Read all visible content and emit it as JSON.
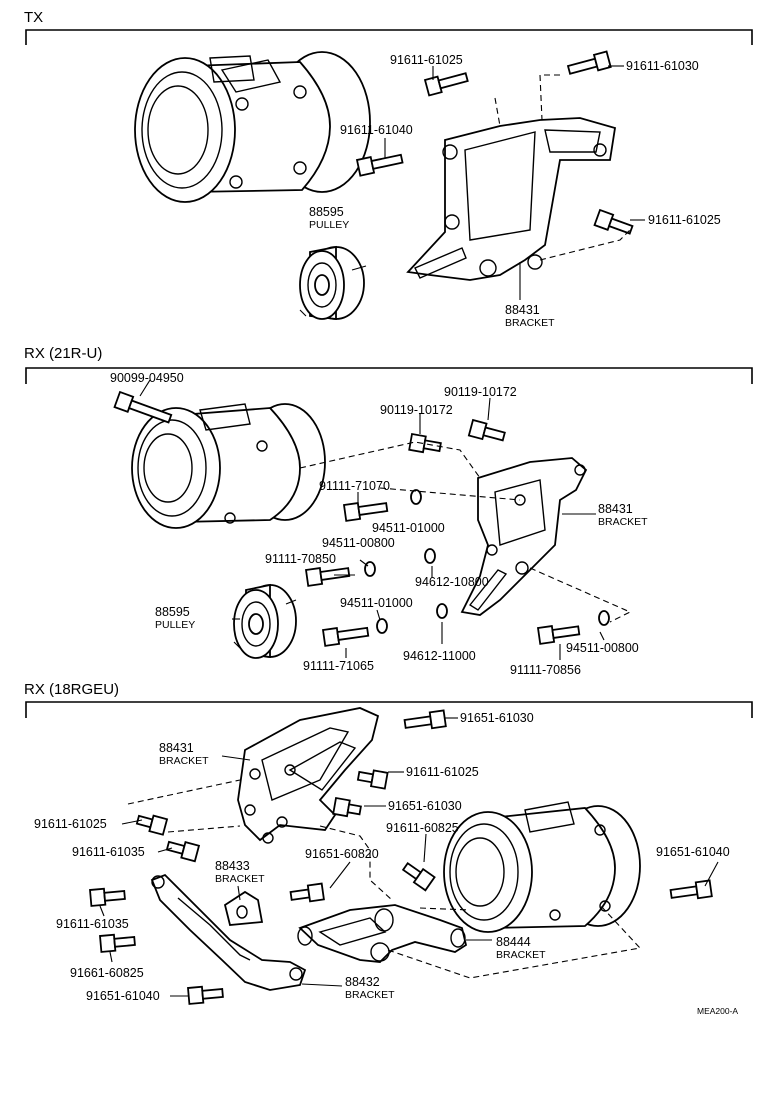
{
  "sections": {
    "tx": {
      "title": "TX",
      "labels": [
        "91611-61025",
        "91611-61030",
        "91611-61040",
        "88595",
        "PULLEY",
        "91611-61025",
        "88431",
        "BRACKET"
      ]
    },
    "rx21": {
      "title": "RX (21R-U)",
      "labels": [
        "90099-04950",
        "90119-10172",
        "90119-10172",
        "91111-71070",
        "88431",
        "BRACKET",
        "94511-01000",
        "94511-00800",
        "91111-70850",
        "94612-10800",
        "88595",
        "PULLEY",
        "94511-01000",
        "94511-00800",
        "94612-11000",
        "91111-71065",
        "91111-70856"
      ]
    },
    "rx18": {
      "title": "RX (18RGEU)",
      "labels": [
        "91651-61030",
        "88431",
        "BRACKET",
        "91611-61025",
        "91651-61030",
        "91611-61025",
        "91611-60825",
        "91611-61035",
        "91651-60820",
        "91651-61040",
        "88433",
        "BRACKET",
        "91611-61035",
        "88444",
        "BRACKET",
        "91661-60825",
        "88432",
        "BRACKET",
        "91651-61040"
      ]
    }
  },
  "footer_code": "MEA200-A"
}
